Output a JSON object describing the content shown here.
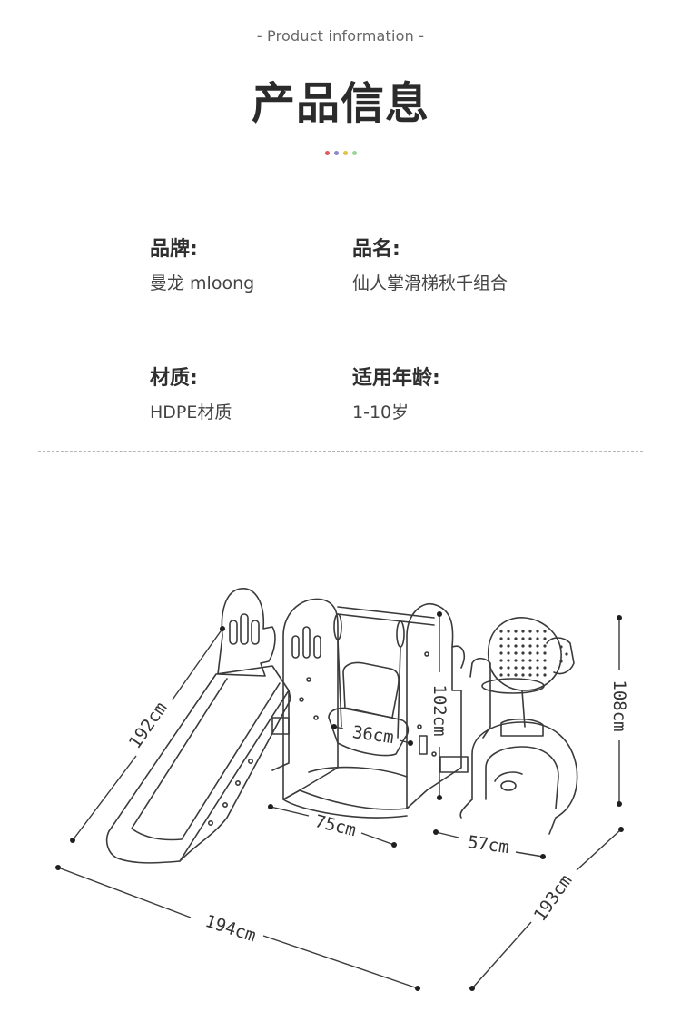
{
  "header": {
    "subtitle": "- Product information -",
    "title": "产品信息",
    "dots": [
      {
        "color": "#e05a5a"
      },
      {
        "color": "#8e88c9"
      },
      {
        "color": "#e3c244"
      },
      {
        "color": "#9bd39b"
      }
    ]
  },
  "info": {
    "rows": [
      [
        {
          "label": "品牌:",
          "value": "曼龙 mloong"
        },
        {
          "label": "品名:",
          "value": "仙人掌滑梯秋千组合"
        }
      ],
      [
        {
          "label": "材质:",
          "value": "HDPE材质"
        },
        {
          "label": "适用年龄:",
          "value": "1-10岁"
        }
      ]
    ]
  },
  "dimensions": {
    "slide_length": "192cm",
    "swing_seat": "36cm",
    "swing_height": "102cm",
    "swing_width": "75cm",
    "hoop_width": "57cm",
    "total_height": "108cm",
    "total_length": "194cm",
    "total_depth": "193cm"
  },
  "colors": {
    "line": "#333333",
    "divider": "#b5b5b5",
    "text": "#333333"
  }
}
